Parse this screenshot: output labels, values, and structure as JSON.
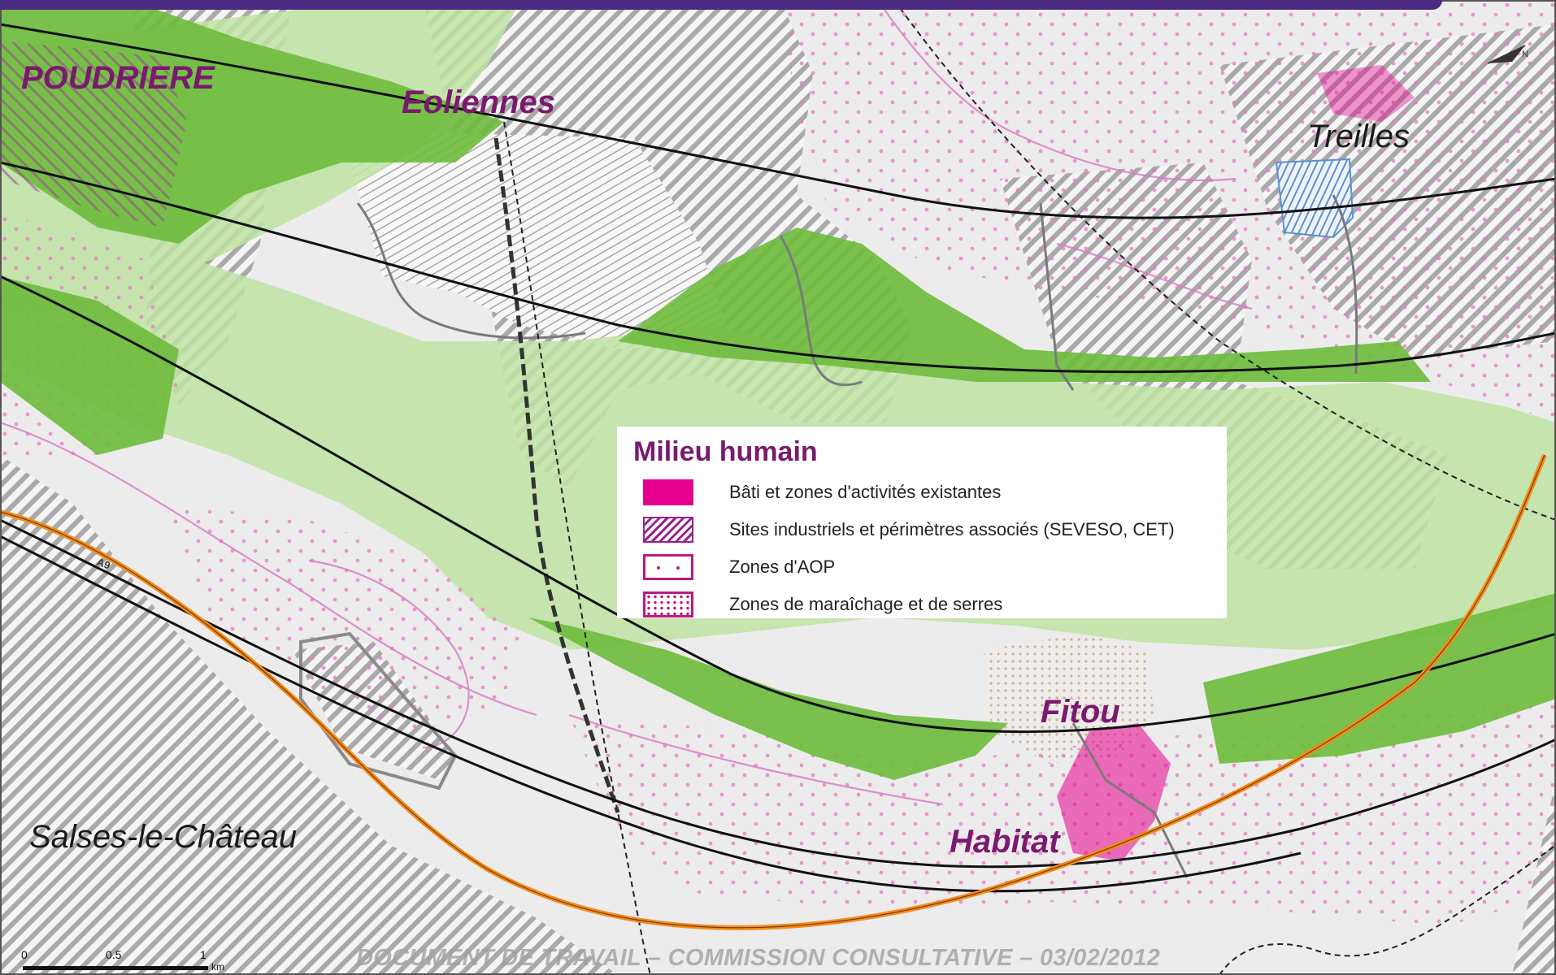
{
  "places": {
    "poudriere": "POUDRIERE",
    "eoliennes": "Eoliennes",
    "treilles": "Treilles",
    "fitou": "Fitou",
    "habitat": "Habitat",
    "salses": "Salses-le-Château"
  },
  "road_label": "A9",
  "legend": {
    "title": "Milieu humain",
    "items": [
      {
        "label": "Bâti et zones d'activités existantes",
        "icon": "solid-magenta-swatch"
      },
      {
        "label": "Sites industriels et périmètres associés (SEVESO, CET)",
        "icon": "hatched-swatch"
      },
      {
        "label": "Zones d'AOP",
        "icon": "dotted-outline-swatch"
      },
      {
        "label": "Zones de maraîchage et de serres",
        "icon": "dense-dot-swatch"
      }
    ]
  },
  "watermark": "DOCUMENT DE TRAVAIL – COMMISSION CONSULTATIVE – 03/02/2012",
  "scale": {
    "labels": [
      "0",
      "0.5",
      "1"
    ],
    "unit": "km"
  },
  "colors": {
    "forest_green": "#6dbb3c",
    "light_green": "#bfe3a3",
    "magenta": "#e6008f",
    "hatch_grey": "#8c8c8c",
    "highway_orange": "#f28c1a",
    "header_purple": "#4b2a82"
  }
}
